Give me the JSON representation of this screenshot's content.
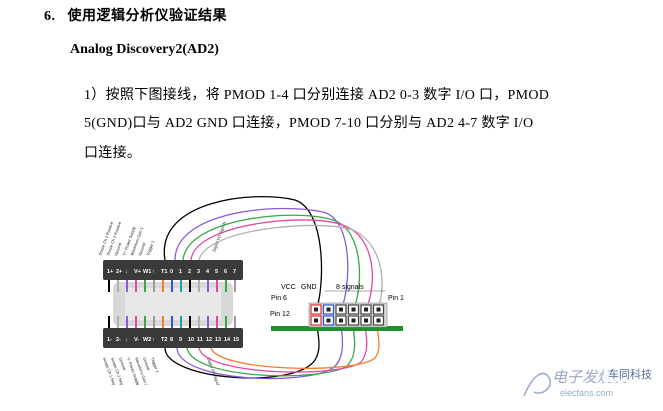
{
  "section": {
    "number": "6.",
    "title": "使用逻辑分析仪验证结果",
    "subtitle": "Analog Discovery2(AD2)",
    "paragraph_lines": [
      "1）按照下图接线，将 PMOD 1-4 口分别连接 AD2 0-3 数字 I/O 口，PMOD",
      "5(GND)口与 AD2 GND 口连接，PMOD 7-10 口分别与 AD2 4-7 数字 I/O",
      "口连接。"
    ]
  },
  "figure": {
    "ad2_top_pins": [
      "1+",
      "2+",
      "↓",
      "V+",
      "W1",
      "↑",
      "T1",
      "0",
      "1",
      "2",
      "3",
      "4",
      "5",
      "6",
      "7"
    ],
    "ad2_bottom_pins": [
      "1-",
      "2-",
      "↓",
      "V-",
      "W2",
      "↑",
      "T2",
      "8",
      "9",
      "10",
      "11",
      "12",
      "13",
      "14",
      "15"
    ],
    "top_right_label": "Digital I/O Signals",
    "bottom_right_label": "Digital I/O Signals",
    "pmod_labels": {
      "vcc": "VCC",
      "gnd": "GND",
      "signals": "8 signals",
      "pin6": "Pin 6",
      "pin1": "Pin 1",
      "pin12": "Pin 12"
    },
    "wire_colors": [
      "#000000",
      "#b0b0b0",
      "#8a5bd6",
      "#e24aa0",
      "#3aa64a",
      "#9a9a9a",
      "#f08030",
      "#3355d6",
      "#20a0a0"
    ]
  },
  "watermark": {
    "text": "电子发烧友",
    "sub": "elecfans.com",
    "brand": "车同科技"
  }
}
